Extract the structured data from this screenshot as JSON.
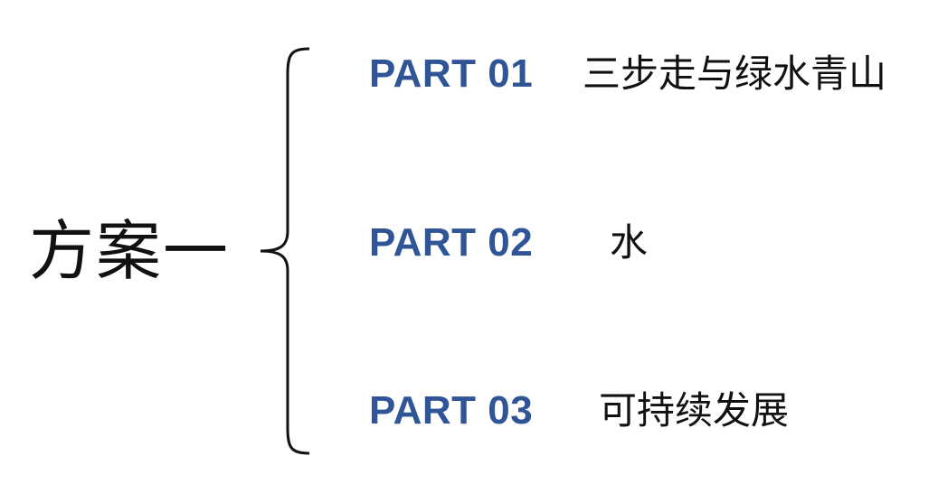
{
  "root": {
    "title": "方案一"
  },
  "parts": [
    {
      "code": "PART 01",
      "title": "三步走与绿水青山"
    },
    {
      "code": "PART 02",
      "title": "水"
    },
    {
      "code": "PART 03",
      "title": "可持续发展"
    }
  ],
  "colors": {
    "part_code": "#2f5597",
    "text": "#111111",
    "brace": "#111111"
  }
}
